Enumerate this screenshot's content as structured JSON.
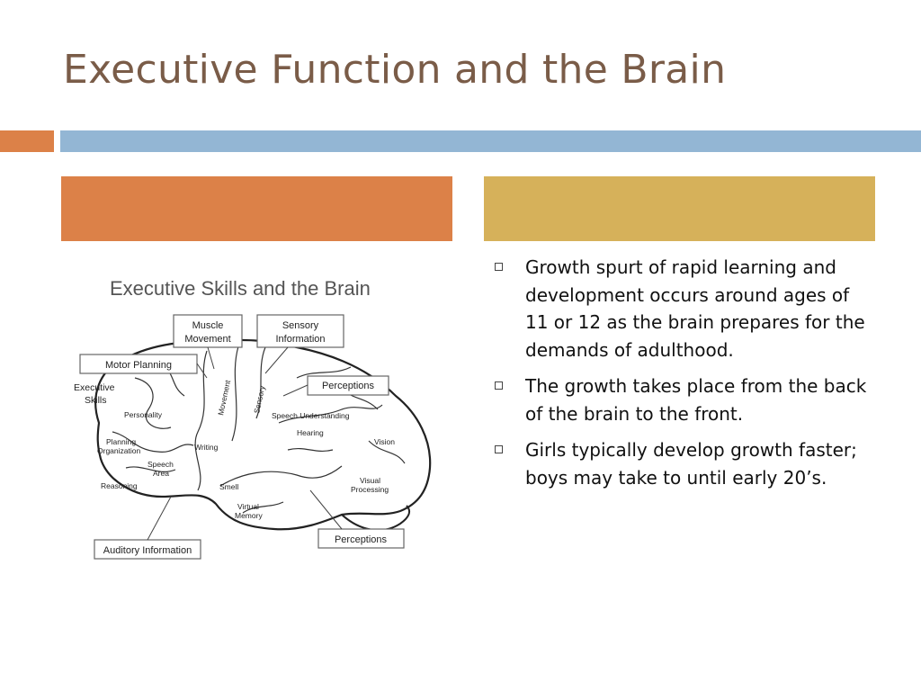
{
  "slide": {
    "title": "Executive Function and the Brain",
    "colors": {
      "title": "#7a5c48",
      "accent_orange": "#dc8148",
      "accent_blue": "#93b6d4",
      "header_left": "#dc8148",
      "header_right": "#d6b15a"
    }
  },
  "diagram": {
    "title": "Executive Skills and the Brain",
    "labels": {
      "muscle_1": "Muscle",
      "muscle_2": "Movement",
      "sensory_1": "Sensory",
      "sensory_2": "Information",
      "motor_planning": "Motor Planning",
      "executive_1": "Executive",
      "executive_2": "Skills",
      "perceptions_top": "Perceptions",
      "personality": "Personality",
      "movement": "Movement",
      "sensory_vertical": "Sensory",
      "speech_understanding": "Speech Understanding",
      "hearing": "Hearing",
      "vision": "Vision",
      "planning_1": "Planning",
      "planning_2": "Organization",
      "writing": "Writing",
      "speech_1": "Speech",
      "speech_2": "Area",
      "reasoning": "Reasoning",
      "smell": "Smell",
      "visual_1": "Visual",
      "visual_2": "Processing",
      "virtual_1": "Virtual",
      "virtual_2": "Memory",
      "auditory": "Auditory Information",
      "perceptions_bottom": "Perceptions"
    }
  },
  "bullets": [
    "Growth spurt of rapid learning and development occurs around ages of 11 or 12 as the brain prepares for the demands of adulthood.",
    "The growth takes place from the back of the brain to the front.",
    "Girls typically develop growth faster; boys may take to until early 20’s."
  ]
}
